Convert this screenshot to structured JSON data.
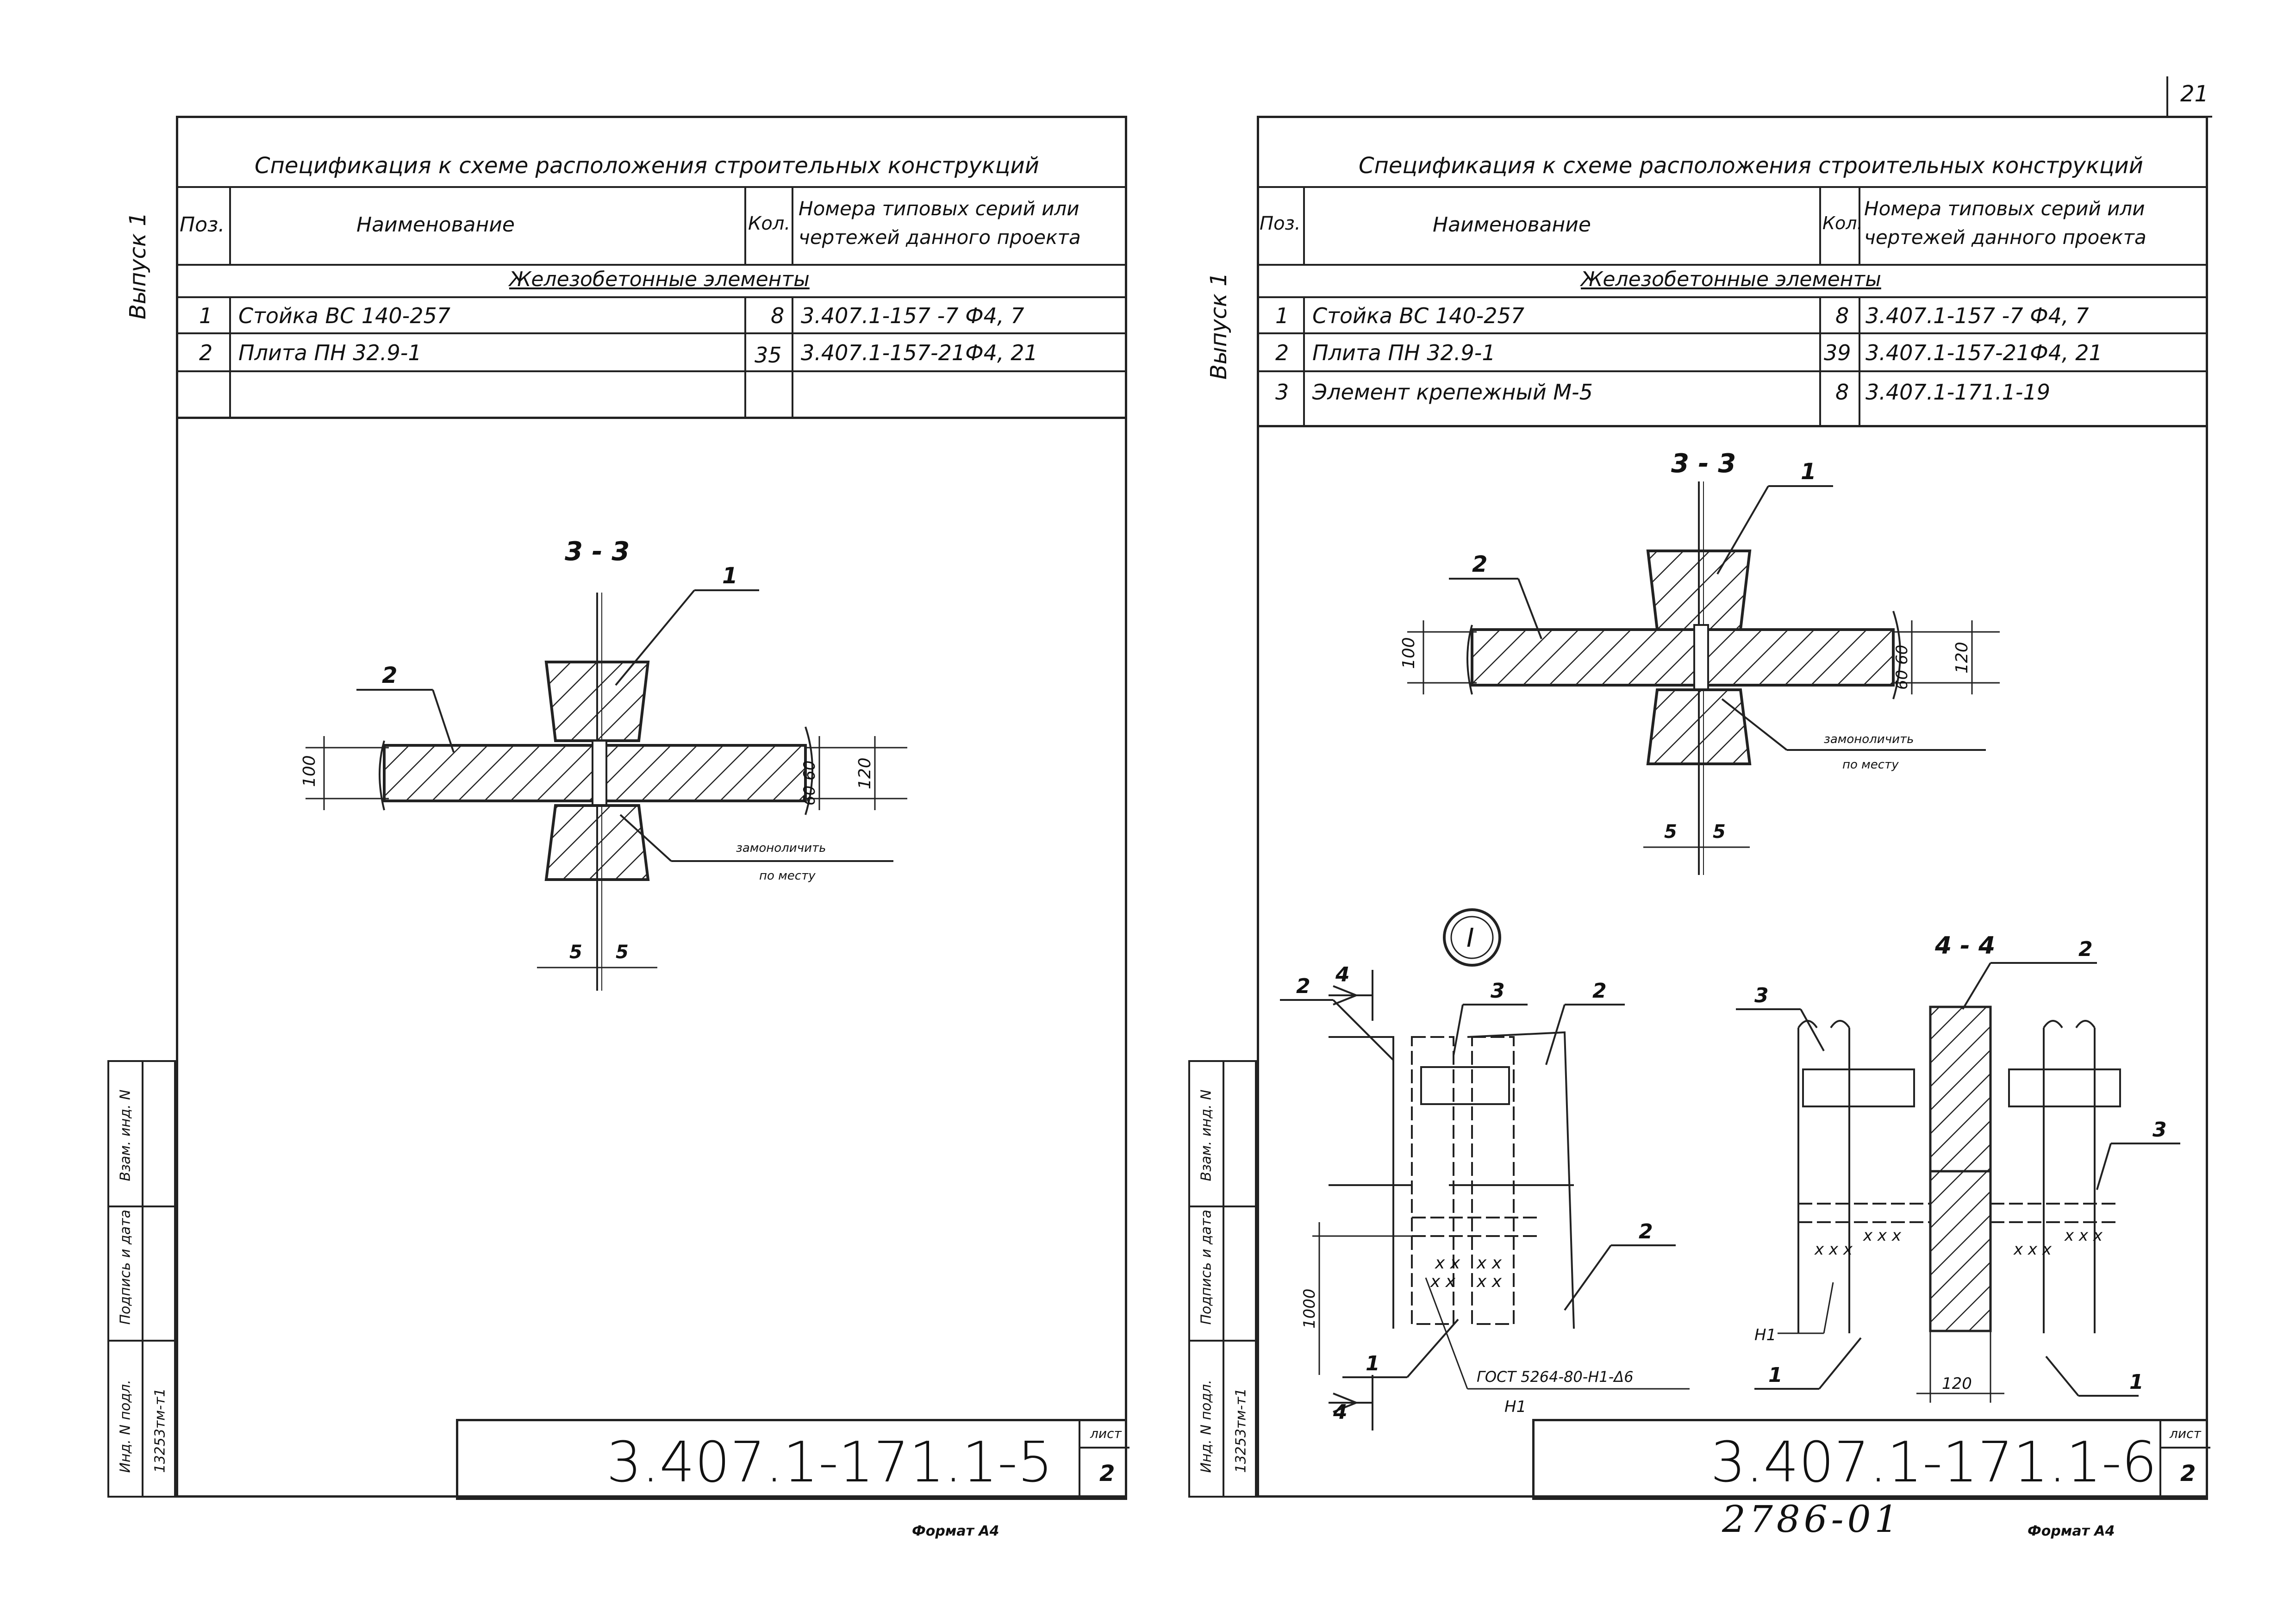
{
  "page_number": "21",
  "left_sheet": {
    "vypusk_label": "Выпуск 1",
    "spec": {
      "title": "Спецификация к схеме расположения строительных конструкций",
      "headers": {
        "pos": "Поз.",
        "name": "Наименование",
        "qty": "Кол.",
        "series": "Номера типовых серий или чертежей данного проекта"
      },
      "section": "Железобетонные элементы",
      "rows": [
        {
          "pos": "1",
          "name": "Стойка ВС 140-257",
          "qty": "8",
          "series": "3.407.1-157 -7 Ф4, 7"
        },
        {
          "pos": "2",
          "name": "Плита ПН 32.9-1",
          "qty": "35",
          "series": "3.407.1-157-21Ф4, 21"
        }
      ]
    },
    "drawing": {
      "section_label": "3 - 3",
      "callout_1": "1",
      "callout_2": "2",
      "dim_100": "100",
      "dim_60_60": "60 60",
      "dim_120": "120",
      "dim_5a": "5",
      "dim_5b": "5",
      "note_line1": "замоноличить",
      "note_line2": "по месту"
    },
    "stamp": {
      "inv_podl": "Инд. N подл.",
      "podpis": "Подпись и дата",
      "vzam": "Взам. инд. N",
      "inv_value": "13253тм-т1"
    },
    "doc_code": "3.407.1-171.1-5",
    "list_label": "лист",
    "list_number": "2",
    "format": "Формат А4"
  },
  "right_sheet": {
    "vypusk_label": "Выпуск 1",
    "spec": {
      "title": "Спецификация к схеме расположения строительных конструкций",
      "headers": {
        "pos": "Поз.",
        "name": "Наименование",
        "qty": "Кол.",
        "series": "Номера типовых серий или чертежей данного проекта"
      },
      "section": "Железобетонные элементы",
      "rows": [
        {
          "pos": "1",
          "name": "Стойка ВС 140-257",
          "qty": "8",
          "series": "3.407.1-157 -7 Ф4, 7"
        },
        {
          "pos": "2",
          "name": "Плита ПН 32.9-1",
          "qty": "39",
          "series": "3.407.1-157-21Ф4, 21"
        },
        {
          "pos": "3",
          "name": "Элемент крепежный М-5",
          "qty": "8",
          "series": "3.407.1-171.1-19"
        }
      ]
    },
    "drawing33": {
      "section_label": "3 - 3",
      "callout_1": "1",
      "callout_2": "2",
      "dim_100": "100",
      "dim_60_60": "60 60",
      "dim_120": "120",
      "dim_5a": "5",
      "dim_5b": "5",
      "note_line1": "замоноличить",
      "note_line2": "по месту"
    },
    "detail": {
      "node_label": "I",
      "cut_a": "4",
      "cut_b": "4",
      "c2a": "2",
      "c3": "3",
      "c2b": "2",
      "c2c": "2",
      "c1": "1",
      "dim_1000": "1000",
      "gost": "ГОСТ 5264-80-Н1-Δ6",
      "weld": "Н1"
    },
    "section44": {
      "section_label": "4 - 4",
      "c2": "2",
      "c3a": "3",
      "c3b": "3",
      "n1": "Н1",
      "c1a": "1",
      "c1b": "1",
      "dim_120": "120"
    },
    "stamp": {
      "inv_podl": "Инд. N подл.",
      "podpis": "Подпись и дата",
      "vzam": "Взам. инд. N",
      "inv_value": "13253тм-т1"
    },
    "doc_code": "3.407.1-171.1-6",
    "list_label": "лист",
    "list_number": "2",
    "handwritten": "2786-01",
    "format": "Формат А4"
  }
}
